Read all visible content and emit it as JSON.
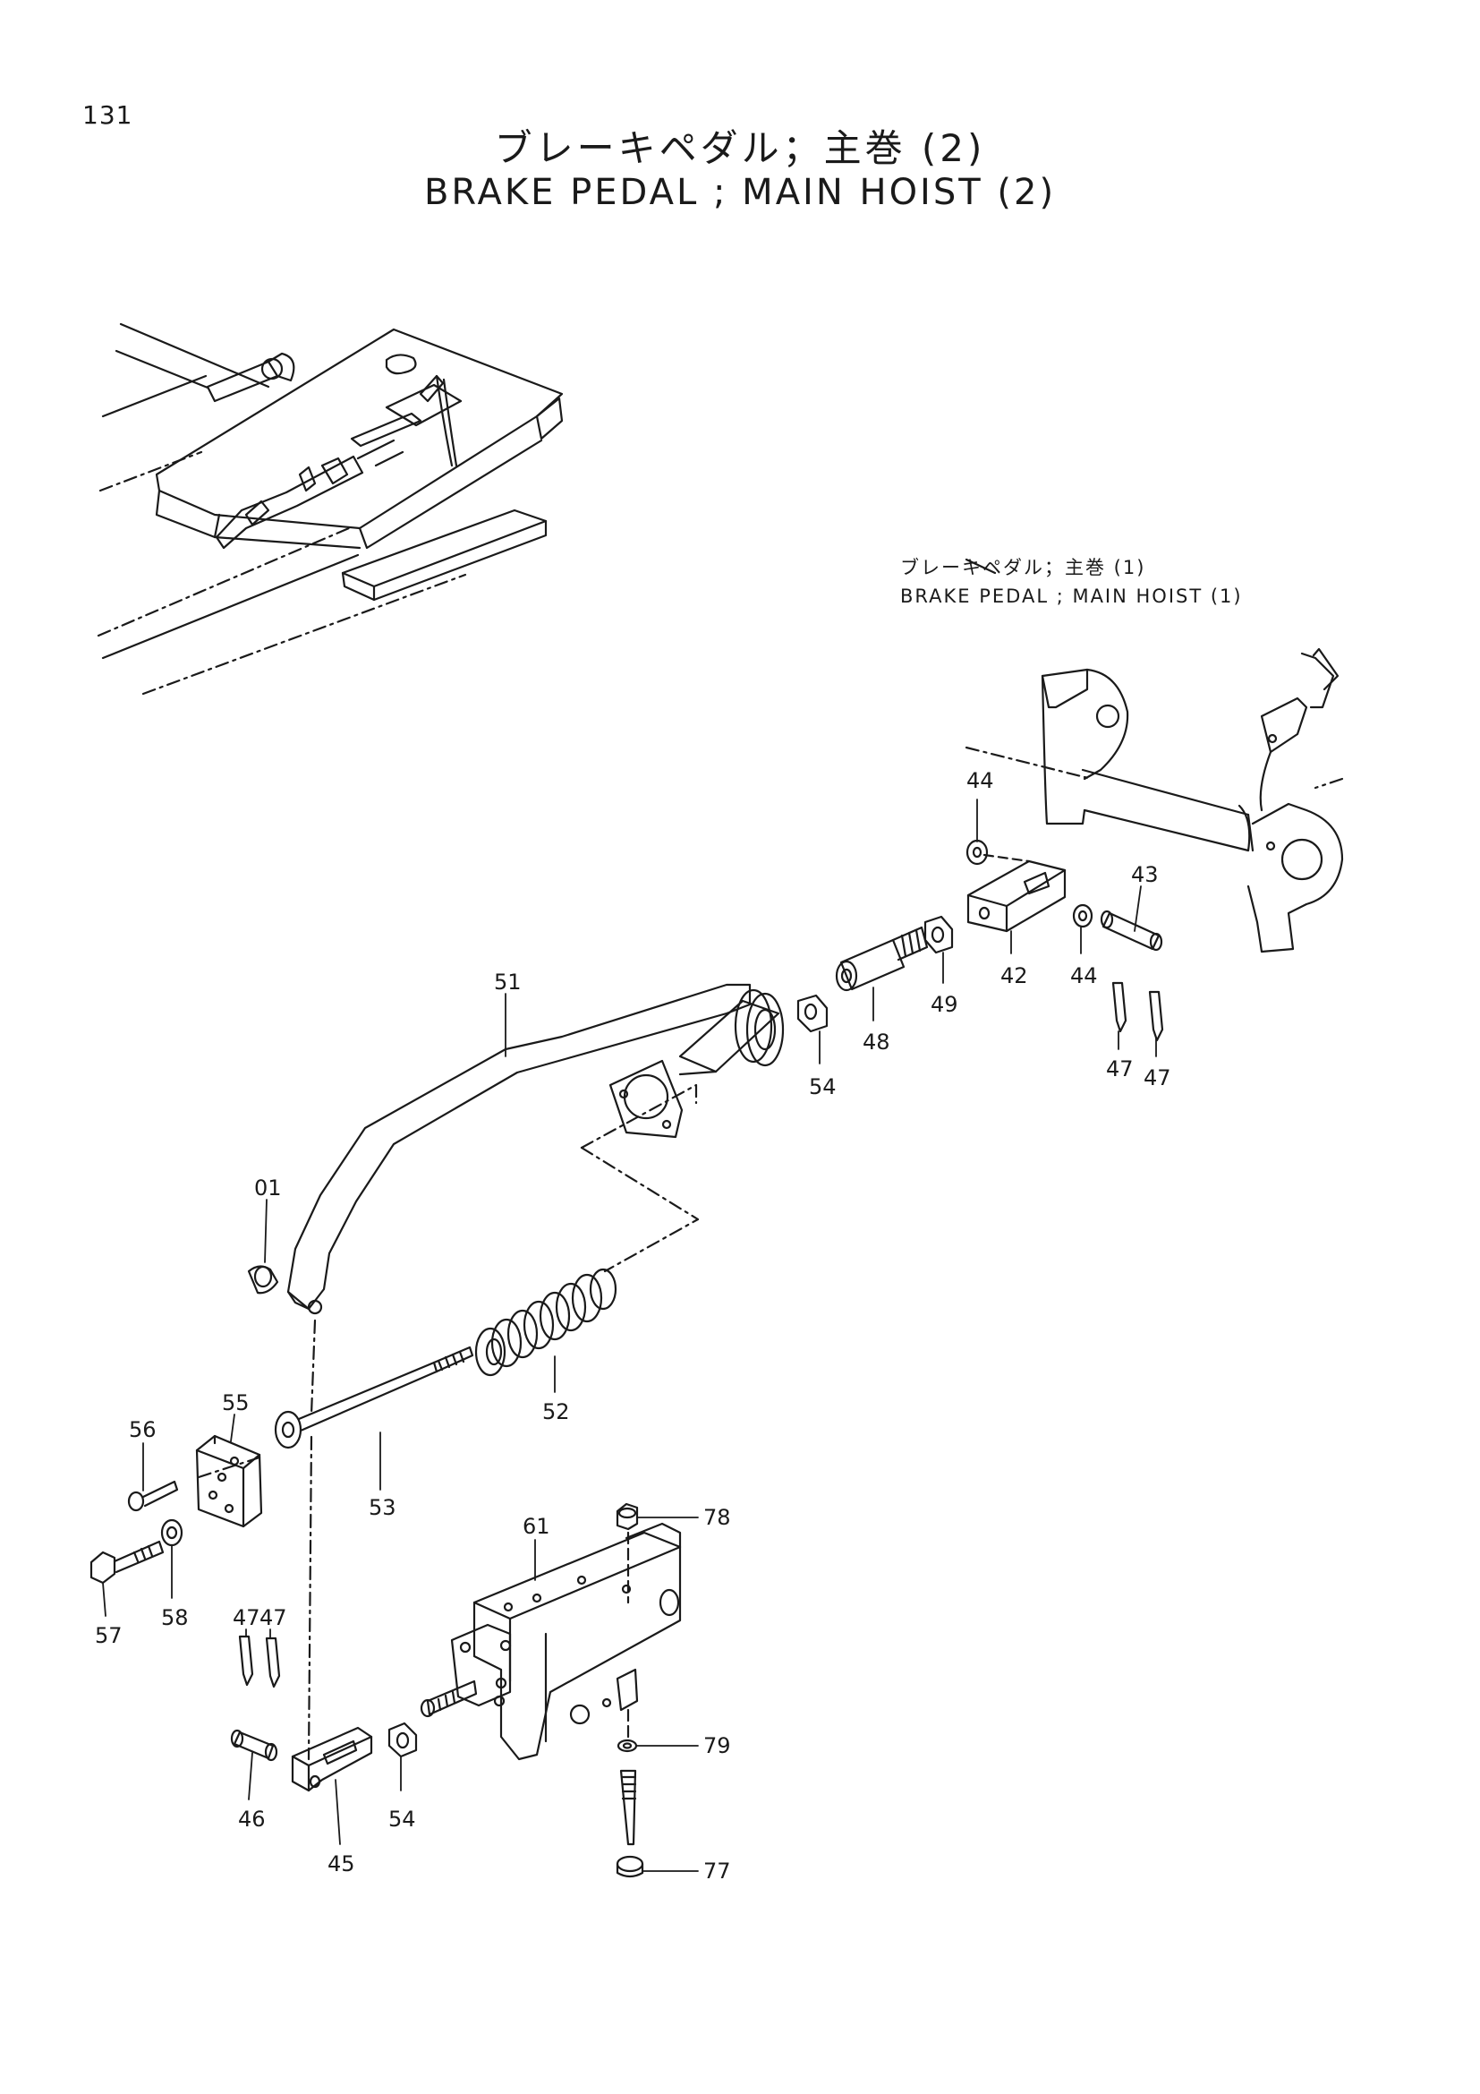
{
  "header": {
    "page_number": "131",
    "title_jp": "ブレーキペダル；主巻 (2)",
    "title_en": "BRAKE PEDAL ; MAIN HOIST (2)"
  },
  "reference": {
    "jp": "ブレーキペダル；主巻 (1)",
    "en": "BRAKE PEDAL ; MAIN HOIST (1)"
  },
  "callouts": [
    {
      "id": "c-44a",
      "text": "44"
    },
    {
      "id": "c-43",
      "text": "43"
    },
    {
      "id": "c-44b",
      "text": "44"
    },
    {
      "id": "c-42",
      "text": "42"
    },
    {
      "id": "c-49",
      "text": "49"
    },
    {
      "id": "c-48",
      "text": "48"
    },
    {
      "id": "c-54a",
      "text": "54"
    },
    {
      "id": "c-47a",
      "text": "47"
    },
    {
      "id": "c-47b",
      "text": "47"
    },
    {
      "id": "c-51",
      "text": "51"
    },
    {
      "id": "c-01",
      "text": "01"
    },
    {
      "id": "c-52",
      "text": "52"
    },
    {
      "id": "c-56",
      "text": "56"
    },
    {
      "id": "c-55",
      "text": "55"
    },
    {
      "id": "c-53",
      "text": "53"
    },
    {
      "id": "c-58",
      "text": "58"
    },
    {
      "id": "c-57",
      "text": "57"
    },
    {
      "id": "c-61",
      "text": "61"
    },
    {
      "id": "c-78",
      "text": "78"
    },
    {
      "id": "c-79",
      "text": "79"
    },
    {
      "id": "c-77",
      "text": "77"
    },
    {
      "id": "c-47c",
      "text": "47"
    },
    {
      "id": "c-47d",
      "text": "47"
    },
    {
      "id": "c-46",
      "text": "46"
    },
    {
      "id": "c-45",
      "text": "45"
    },
    {
      "id": "c-54b",
      "text": "54"
    }
  ]
}
